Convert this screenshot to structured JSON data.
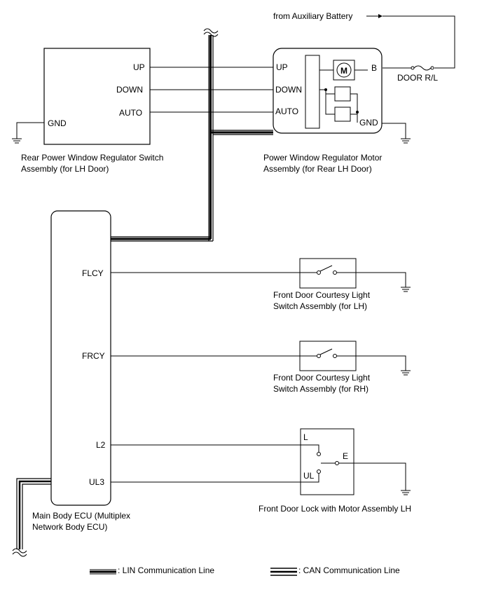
{
  "labels": {
    "from_aux_battery": "from Auxiliary Battery",
    "door_rl": "DOOR R/L",
    "switch_name_1": "Rear Power Window Regulator Switch",
    "switch_name_2": "Assembly (for LH Door)",
    "motor_name_1": "Power Window Regulator Motor",
    "motor_name_2": "Assembly (for Rear LH Door)",
    "ecu_name_1": "Main Body ECU (Multiplex",
    "ecu_name_2": "Network Body ECU)",
    "courtesy_lh_1": "Front Door Courtesy Light",
    "courtesy_lh_2": "Switch Assembly (for LH)",
    "courtesy_rh_1": "Front Door Courtesy Light",
    "courtesy_rh_2": "Switch Assembly (for RH)",
    "door_lock_name": "Front Door Lock with Motor Assembly LH",
    "motor_symbol": "M"
  },
  "pins": {
    "sw_up": "UP",
    "sw_down": "DOWN",
    "sw_auto": "AUTO",
    "sw_gnd": "GND",
    "mot_up": "UP",
    "mot_down": "DOWN",
    "mot_auto": "AUTO",
    "mot_gnd": "GND",
    "mot_b": "B",
    "ecu_flcy": "FLCY",
    "ecu_frcy": "FRCY",
    "ecu_l2": "L2",
    "ecu_ul3": "UL3",
    "lock_l": "L",
    "lock_ul": "UL",
    "lock_e": "E"
  },
  "legend": {
    "lin": ": LIN Communication Line",
    "can": ": CAN Communication Line"
  },
  "icons": {
    "ground": "ground-icon",
    "fuse": "fuse-icon",
    "motor": "motor-icon",
    "switch": "switch-icon",
    "arrow": "arrow-icon",
    "break": "wire-break-icon"
  }
}
